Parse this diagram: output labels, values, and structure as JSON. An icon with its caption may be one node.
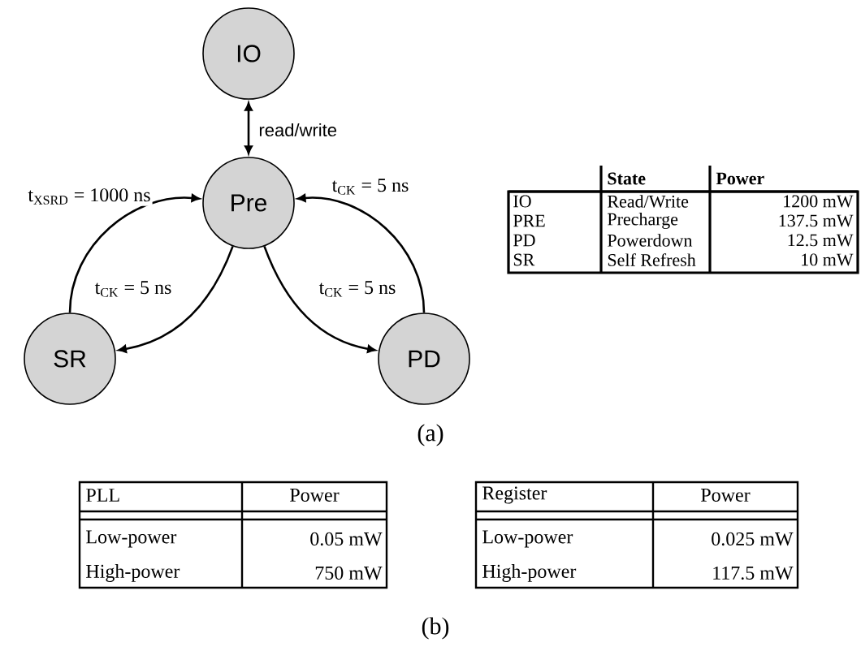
{
  "diagram": {
    "nodes": [
      {
        "text": [
          "IO"
        ]
      },
      {
        "text": [
          "Pre"
        ]
      },
      {
        "text": [
          "SR"
        ]
      },
      {
        "text": [
          "PD"
        ]
      }
    ],
    "edges": [
      {
        "from": 0,
        "to": 1,
        "arrow": "both",
        "label": "read/write"
      },
      {
        "from": 2,
        "to": 1,
        "arrow": "to",
        "label": "t$_{XSRD}$ = 1000 ns"
      },
      {
        "from": 1,
        "to": 2,
        "arrow": "to",
        "label": "t$_{CK}$ = 5 ns"
      },
      {
        "from": 1,
        "to": 3,
        "arrow": "to",
        "label": "t$_{CK}$ = 5 ns"
      },
      {
        "from": 3,
        "to": 1,
        "arrow": "to",
        "label": "t$_{CK}$ = 5 ns"
      }
    ],
    "labels": [
      "State",
      "Power",
      "IO",
      "Read/Write",
      "1200 mW",
      "PRE",
      "Precharge",
      "137.5 mW",
      "PD",
      "Powerdown",
      "12.5 mW",
      "SR",
      "Self Refresh",
      "10 mW",
      "(a)",
      "PLL",
      "Power",
      "Low-power",
      "0.05 mW",
      "High-power",
      "750 mW",
      "Register",
      "Power",
      "Low-power",
      "0.025 mW",
      "High-power",
      "117.5 mW",
      "(b)"
    ]
  }
}
